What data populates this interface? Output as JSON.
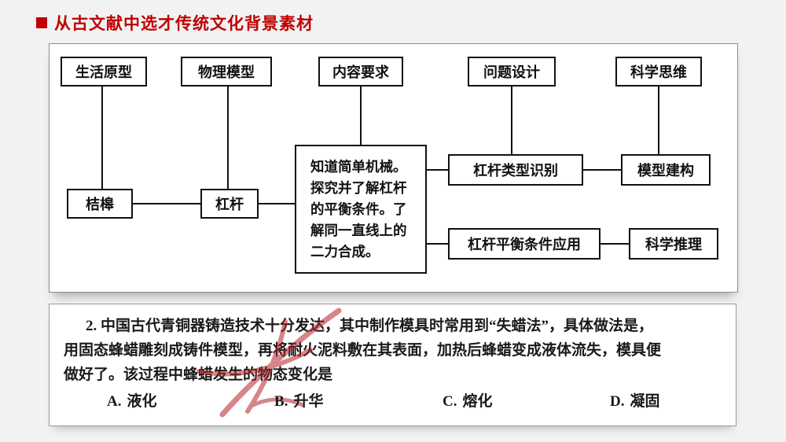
{
  "title": "从古文献中选才传统文化背景素材",
  "diagram": {
    "top_row": [
      "生活原型",
      "物理模型",
      "内容要求",
      "问题设计",
      "科学思维"
    ],
    "nodes": {
      "jiegao": "桔槔",
      "lever": "杠杆",
      "content_box": "知道简单机械。探究并了解杠杆的平衡条件。了解同一直线上的二力合成。",
      "lever_type": "杠杆类型识别",
      "model_build": "模型建构",
      "balance_apply": "杠杆平衡条件应用",
      "sci_reason": "科学推理"
    }
  },
  "question": {
    "line1": "2. 中国古代青铜器铸造技术十分发达，其中制作模具时常用到“失蜡法”，具体做法是，",
    "line2": "用固态蜂蜡雕刻成铸件模型，再将耐火泥料敷在其表面，加热后蜂蜡变成液体流失，模具便",
    "line3": "做好了。该过程中蜂蜡发生的物态变化是",
    "options": [
      {
        "label": "A.",
        "text": "液化"
      },
      {
        "label": "B.",
        "text": "升华"
      },
      {
        "label": "C.",
        "text": "熔化"
      },
      {
        "label": "D.",
        "text": "凝固"
      }
    ]
  },
  "colors": {
    "title_red": "#c00000",
    "watermark_red": "#b5252c",
    "line_black": "#111111"
  }
}
